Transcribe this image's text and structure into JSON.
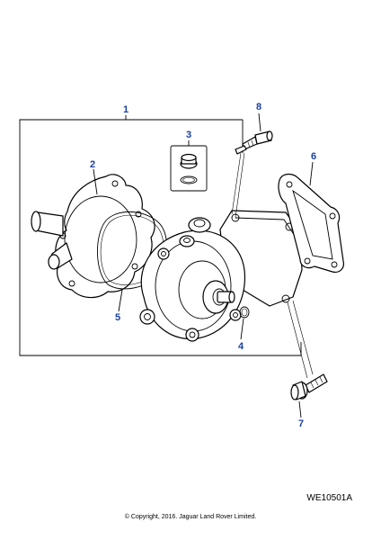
{
  "callouts": [
    {
      "num": "1",
      "part": "water-pump-assembly"
    },
    {
      "num": "2",
      "part": "pump-housing-cover"
    },
    {
      "num": "3",
      "part": "bleed-plug-and-o-ring"
    },
    {
      "num": "4",
      "part": "small-o-ring"
    },
    {
      "num": "5",
      "part": "housing-gasket"
    },
    {
      "num": "6",
      "part": "mounting-gasket"
    },
    {
      "num": "7",
      "part": "flange-bolt"
    },
    {
      "num": "8",
      "part": "stud-bolt"
    }
  ],
  "colors": {
    "callout": "#1a3fa3",
    "line": "#000000",
    "fill": "#ffffff"
  },
  "figure_ref": "WE10501A",
  "copyright": "© Copyright, 2016. Jaguar Land Rover Limited."
}
